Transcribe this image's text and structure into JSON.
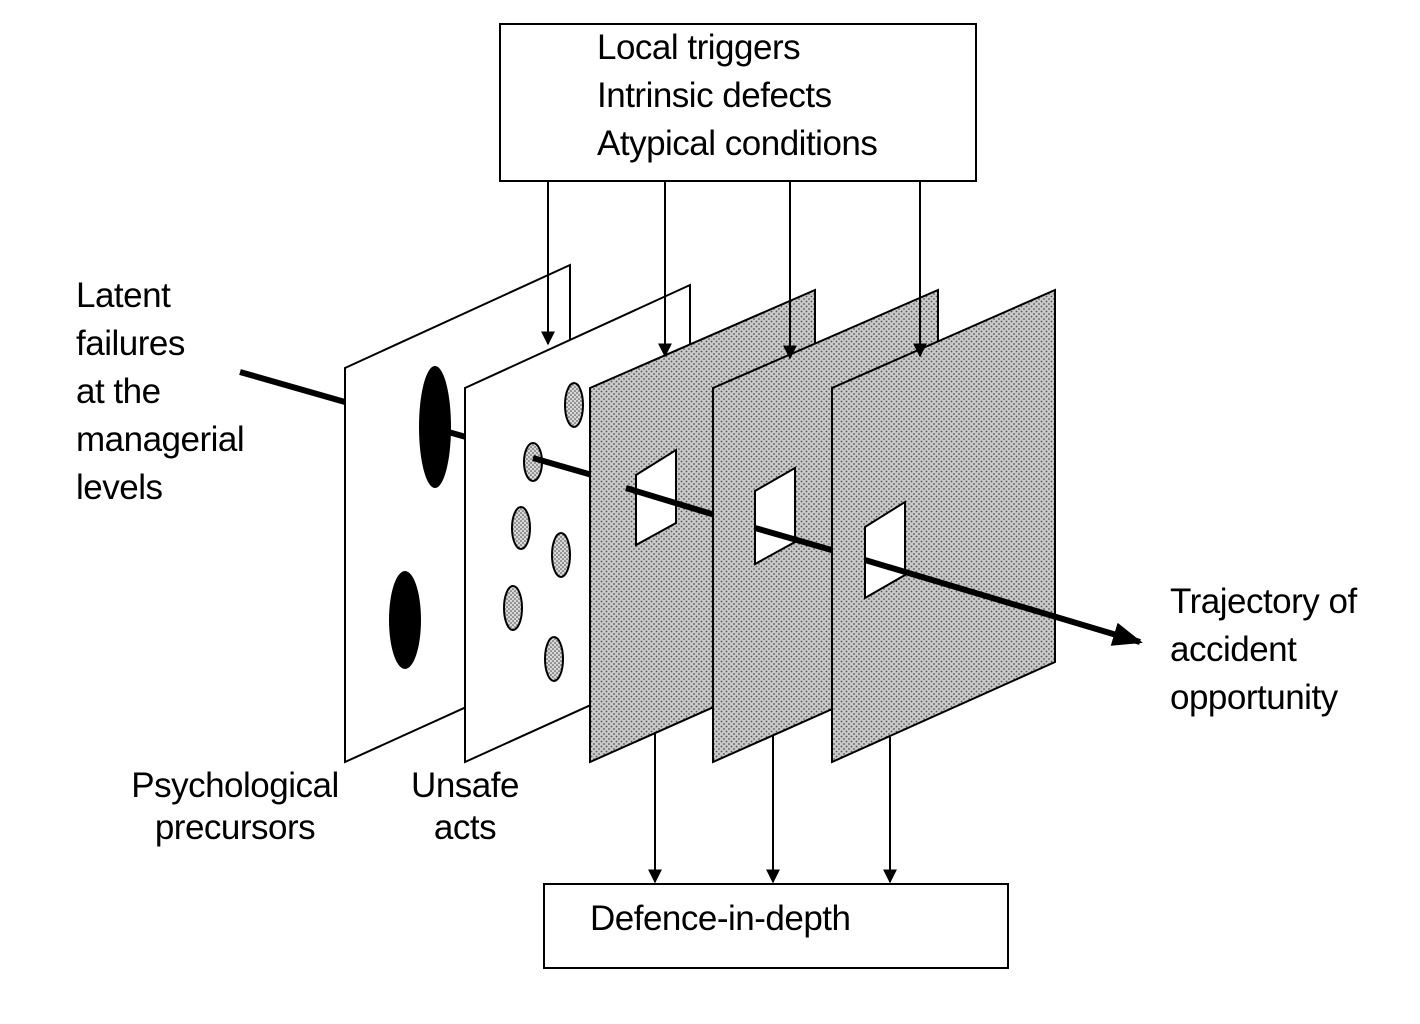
{
  "top_box": {
    "lines": [
      "Local triggers",
      "Intrinsic defects",
      "Atypical conditions"
    ]
  },
  "bottom_box": {
    "text": "Defence-in-depth"
  },
  "left_label": {
    "lines": [
      "Latent",
      "failures",
      "at the",
      "managerial",
      "levels"
    ]
  },
  "right_label": {
    "lines": [
      "Trajectory of",
      "accident",
      "opportunity"
    ]
  },
  "layer_labels": {
    "psychological": [
      "Psychological",
      "precursors"
    ],
    "unsafe": [
      "Unsafe",
      "acts"
    ]
  },
  "colors": {
    "stroke": "#000000",
    "plate_fill": "#ffffff",
    "shade_fill": "#bdbdbd",
    "hole_dark": "#000000",
    "hole_dotted": "#c8c8c8"
  }
}
